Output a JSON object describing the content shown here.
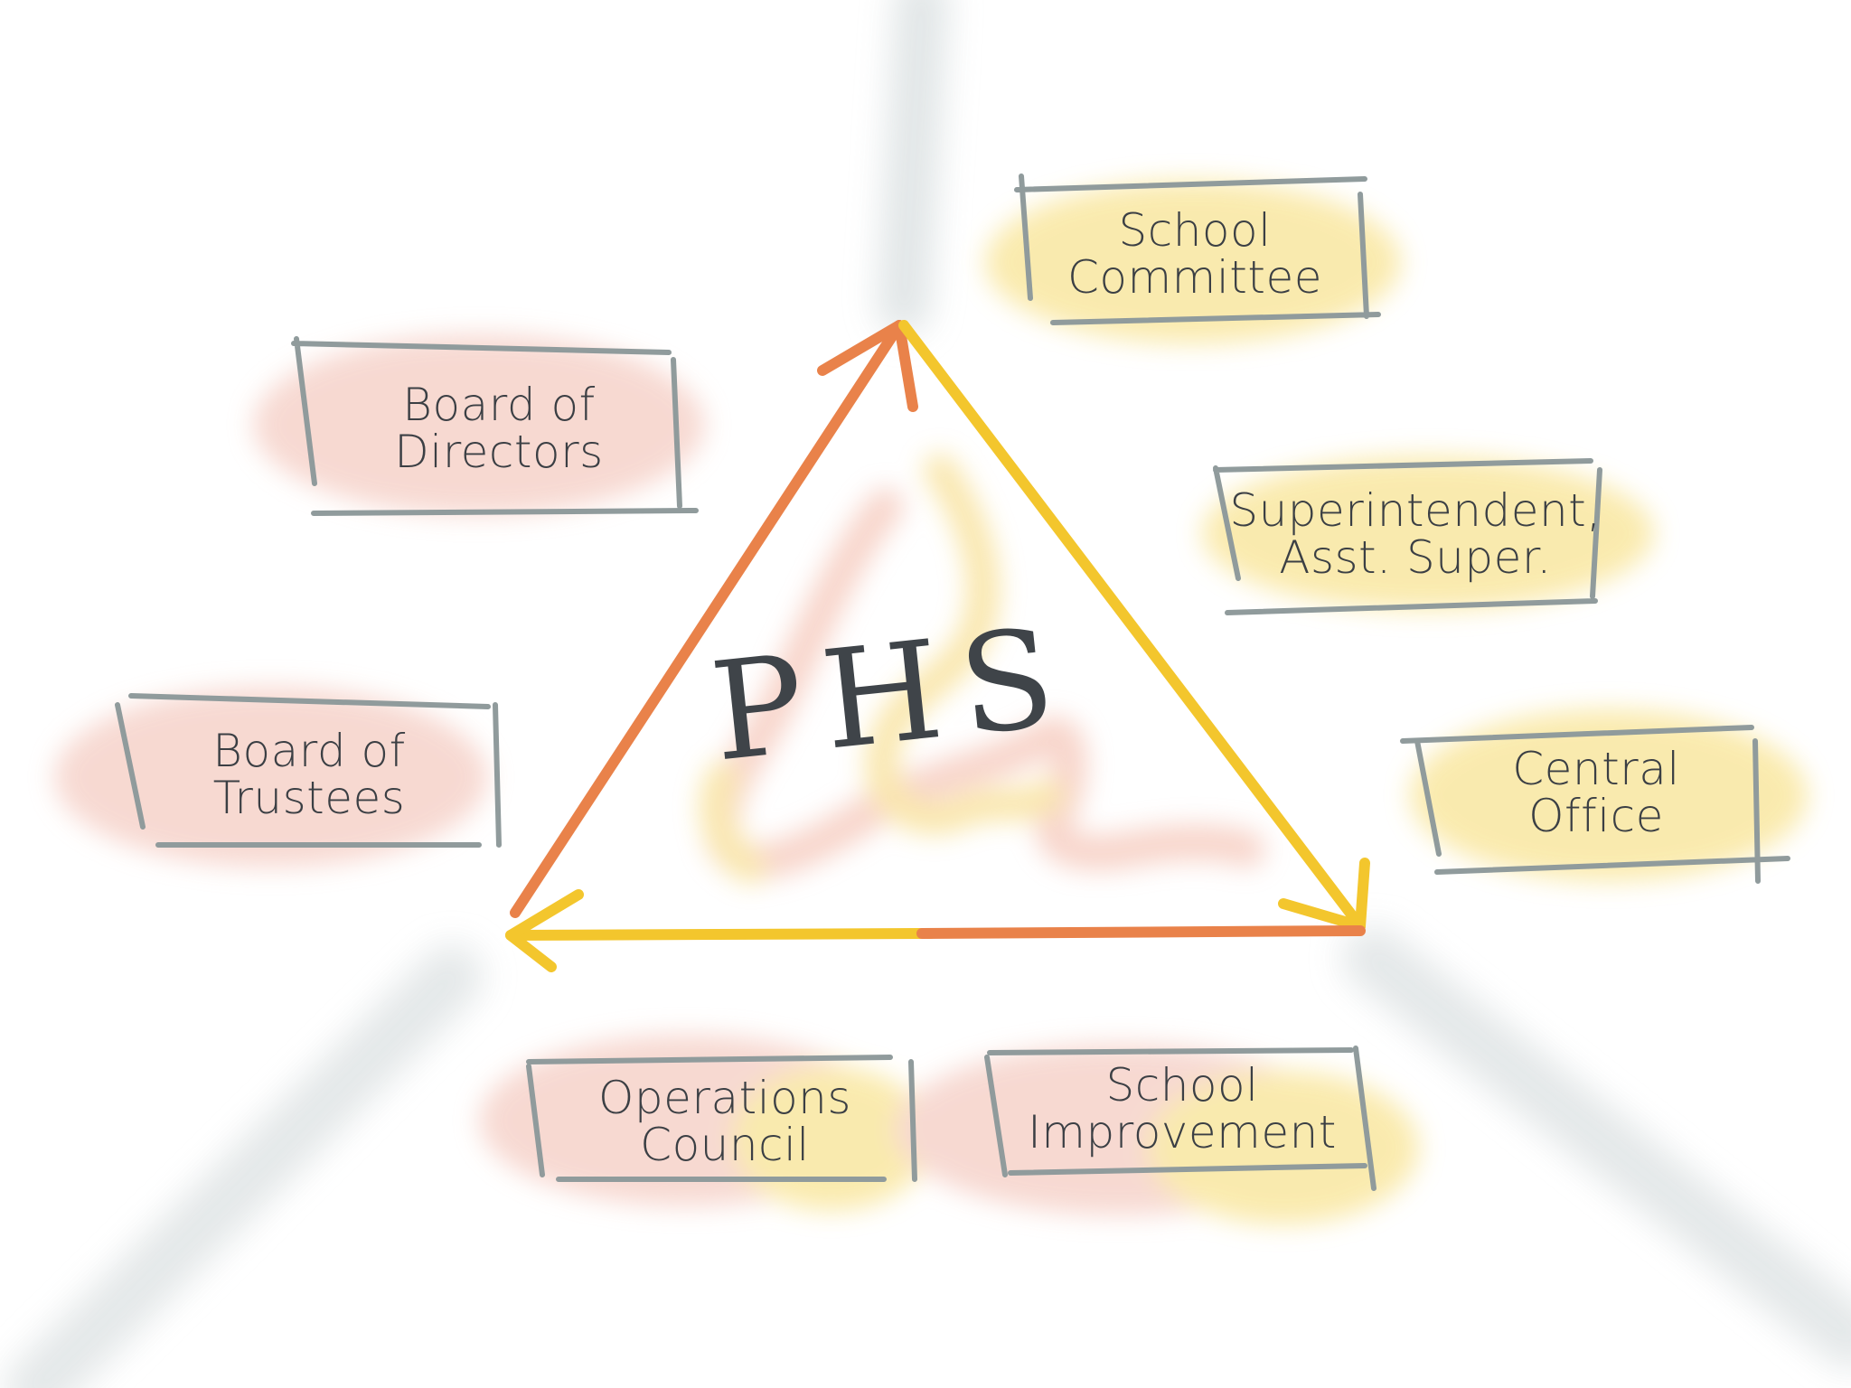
{
  "center": {
    "label": "PHS"
  },
  "boxes": {
    "school_committee": {
      "line1": "School",
      "line2": "Committee"
    },
    "board_of_directors": {
      "line1": "Board of",
      "line2": "Directors"
    },
    "superintendent": {
      "line1": "Superintendent,",
      "line2": "Asst. Super."
    },
    "board_of_trustees": {
      "line1": "Board of",
      "line2": "Trustees"
    },
    "central_office": {
      "line1": "Central",
      "line2": "Office"
    },
    "operations_council": {
      "line1": "Operations",
      "line2": "Council"
    },
    "school_improvement": {
      "line1": "School",
      "line2": "Improvement"
    }
  },
  "colors": {
    "orange": "#e9824a",
    "yellow": "#f3c62d",
    "gray_line": "#909b9c",
    "gray_beam": "#dfe4e5",
    "pink_wash": "#f6d3ca",
    "yellow_wash": "#f9e7a0",
    "text": "#3b3f44"
  }
}
